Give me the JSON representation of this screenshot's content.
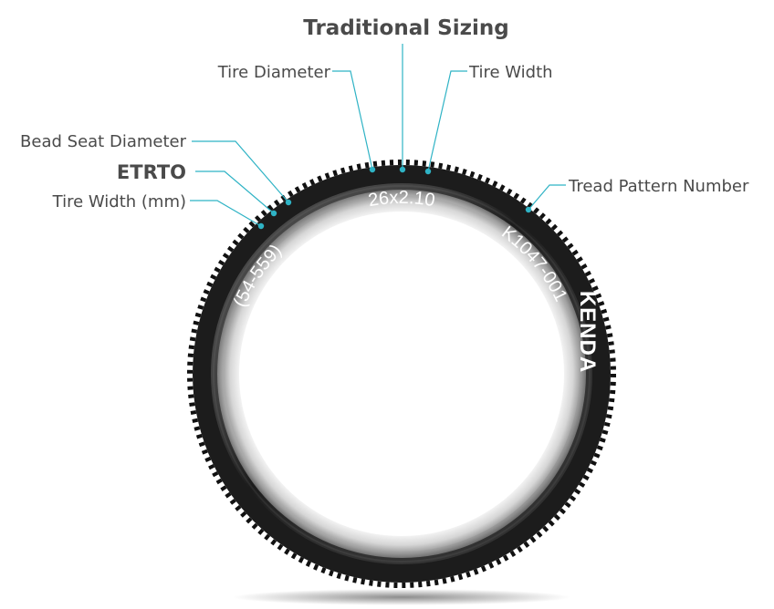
{
  "title": "Traditional Sizing",
  "labels": {
    "tire_diameter": "Tire Diameter",
    "tire_width": "Tire Width",
    "bead_seat_diameter": "Bead Seat Diameter",
    "etrto": "ETRTO",
    "tire_width_mm": "Tire Width (mm)",
    "tread_pattern_number": "Tread Pattern Number"
  },
  "tire": {
    "traditional_size": "26x2.10",
    "etrto_size": "(54-559)",
    "tread_pattern": "K1047-001",
    "brand": "KENDA"
  },
  "colors": {
    "leader": "#2fb3c5",
    "label_text": "#4a4a4a",
    "tire_rubber": "#1c1c1c",
    "tire_text": "#ffffff",
    "rim": "#b8b8b8"
  }
}
